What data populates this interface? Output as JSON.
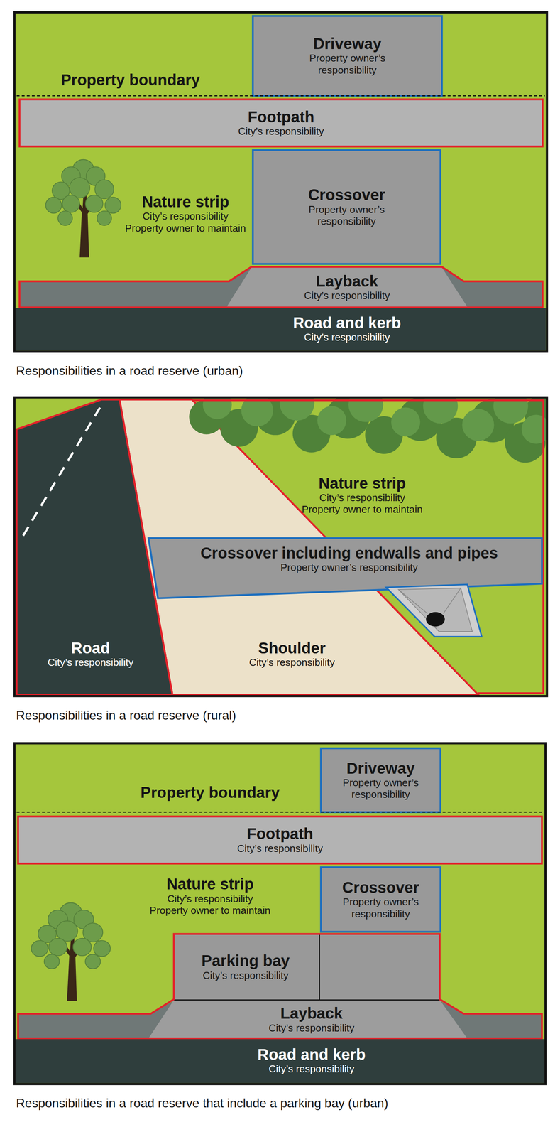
{
  "diagram": {
    "nodes": [
      {
        "text": [
          "Responsibilities in a road reserve (urban)"
        ]
      },
      {
        "text": [
          "Driveway",
          "Property owner’s responsibility"
        ],
        "in": 0
      },
      {
        "text": [
          "Footpath",
          "City’s responsibility"
        ],
        "in": 0
      },
      {
        "text": [
          "Nature strip",
          "City’s responsibility",
          "Property owner to maintain"
        ],
        "in": 0
      },
      {
        "text": [
          "Crossover",
          "Property owner’s responsibility"
        ],
        "in": 0
      },
      {
        "text": [
          "Layback",
          "City’s responsibility"
        ],
        "in": 0
      },
      {
        "text": [
          "Road and kerb",
          "City’s responsibility"
        ],
        "in": 0
      },
      {
        "text": [
          "Responsibilities in a road reserve (rural)"
        ]
      },
      {
        "text": [
          "Nature strip",
          "City’s responsibility",
          "Property owner to maintain"
        ],
        "in": 7
      },
      {
        "text": [
          "Crossover including endwalls and pipes",
          "Property owner’s responsibility"
        ],
        "in": 7
      },
      {
        "text": [
          "Road",
          "City’s responsibility"
        ],
        "in": 7
      },
      {
        "text": [
          "Shoulder",
          "City’s responsibility"
        ],
        "in": 7
      },
      {
        "text": [
          "Responsibilities in a road reserve that include a parking bay (urban)"
        ]
      },
      {
        "text": [
          "Driveway",
          "Property owner’s responsibility"
        ],
        "in": 12
      },
      {
        "text": [
          "Footpath",
          "City’s responsibility"
        ],
        "in": 12
      },
      {
        "text": [
          "Nature strip",
          "City’s responsibility",
          "Property owner to maintain"
        ],
        "in": 12
      },
      {
        "text": [
          "Crossover",
          "Property owner’s responsibility"
        ],
        "in": 12
      },
      {
        "text": [
          "Parking bay",
          "City’s responsibility"
        ],
        "in": 12
      },
      {
        "text": [
          "Layback",
          "City’s responsibility"
        ],
        "in": 12
      },
      {
        "text": [
          "Road and kerb",
          "City’s responsibility"
        ],
        "in": 12
      }
    ],
    "labels": [
      "Property boundary",
      "Property boundary"
    ]
  }
}
